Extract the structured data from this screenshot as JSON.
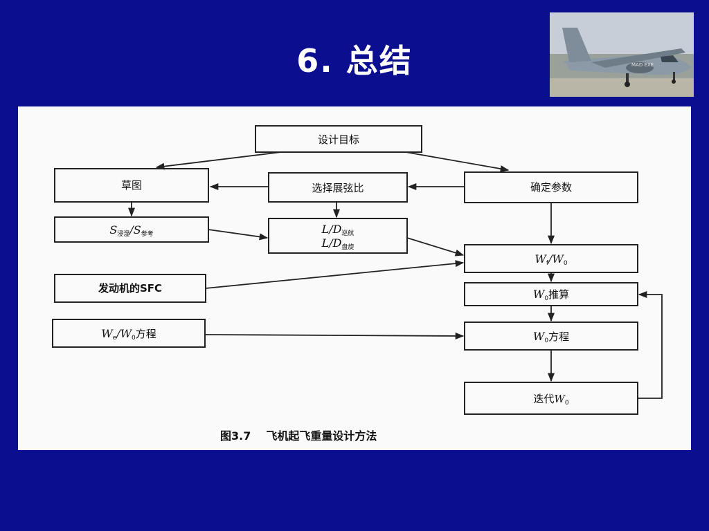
{
  "slide": {
    "title": "6. 总结"
  },
  "photo": {
    "description_icon": "aircraft-photo",
    "tail_text": "MAD EXE"
  },
  "diagram": {
    "nodes": {
      "design_goal": "设计目标",
      "sketch": "草图",
      "select_aspect_ratio": "选择展弦比",
      "determine_params": "确定参数",
      "s_ratio_main": "S",
      "s_ratio_sub1": "浸湿",
      "s_ratio_mid": "/S",
      "s_ratio_sub2": "参考",
      "ld_line1_main": "L/D",
      "ld_line1_sub": "巡航",
      "ld_line2_main": "L/D",
      "ld_line2_sub": "盘旋",
      "engine_sfc": "发动机的SFC",
      "we_w0_main": "W",
      "we_w0_sub1": "e",
      "we_w0_mid": "/W",
      "we_w0_sub2": "0",
      "we_w0_suffix": "方程",
      "wf_w0_main": "W",
      "wf_w0_sub1": "f",
      "wf_w0_mid": "/W",
      "wf_w0_sub2": "0",
      "w0_estimate_main": "W",
      "w0_estimate_sub": "0",
      "w0_estimate_suffix": "推算",
      "w0_equation_main": "W",
      "w0_equation_sub": "0",
      "w0_equation_suffix": "方程",
      "iterate_prefix": "迭代",
      "iterate_main": "W",
      "iterate_sub": "0"
    },
    "caption": {
      "number": "图3.7",
      "text": "飞机起飞重量设计方法"
    }
  },
  "colors": {
    "background": "#0a0e8f",
    "title": "#ffffff",
    "panel": "#fafafa",
    "line": "#222222"
  }
}
